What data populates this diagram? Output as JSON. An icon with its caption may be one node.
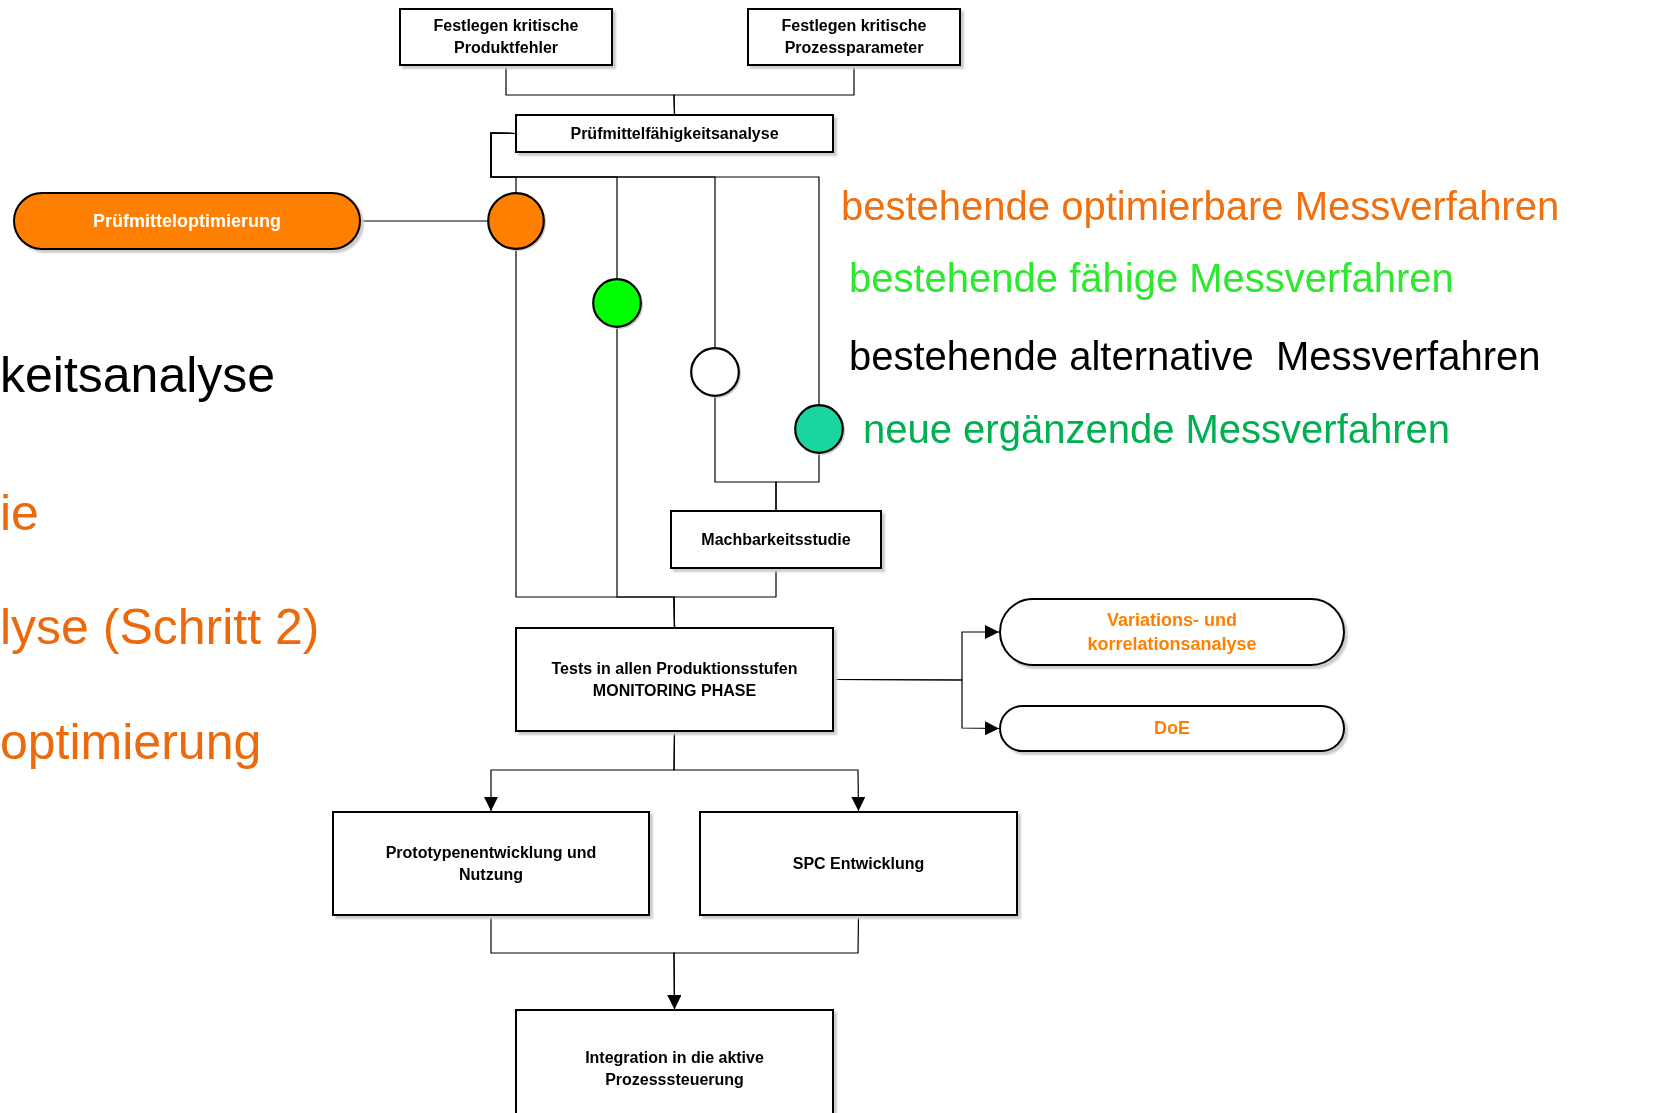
{
  "diagram": {
    "nodes": [
      {
        "text": [
          "Festlegen kritische Produktfehler"
        ]
      },
      {
        "text": [
          "Festlegen kritische Prozessparameter"
        ]
      },
      {
        "text": [
          "Prüfmittelfähigkeitsanalyse"
        ]
      },
      {
        "text": [
          "Prüfmitteloptimierung"
        ]
      },
      {
        "text": [],
        "shape": "circle"
      },
      {
        "text": [],
        "shape": "circle"
      },
      {
        "text": [],
        "shape": "circle"
      },
      {
        "text": [],
        "shape": "circle"
      },
      {
        "text": [
          "Machbarkeitsstudie"
        ]
      },
      {
        "text": [
          "Tests in allen Produktionsstufen MONITORING PHASE"
        ]
      },
      {
        "text": [
          "Variations- und korrelationsanalyse"
        ]
      },
      {
        "text": [
          "DoE"
        ]
      },
      {
        "text": [
          "Prototypenentwicklung und Nutzung"
        ]
      },
      {
        "text": [
          "SPC Entwicklung"
        ]
      },
      {
        "text": [
          "Integration in die aktive Prozesssteuerung"
        ]
      }
    ],
    "edges": [
      {
        "from": 0,
        "to": 2,
        "arrow": "none"
      },
      {
        "from": 1,
        "to": 2,
        "arrow": "none"
      },
      {
        "from": 2,
        "to": 4,
        "arrow": "none"
      },
      {
        "from": 2,
        "to": 5,
        "arrow": "none"
      },
      {
        "from": 2,
        "to": 6,
        "arrow": "none"
      },
      {
        "from": 2,
        "to": 7,
        "arrow": "none"
      },
      {
        "from": 3,
        "to": 4,
        "arrow": "none"
      },
      {
        "from": 4,
        "to": 9,
        "arrow": "none"
      },
      {
        "from": 5,
        "to": 9,
        "arrow": "none"
      },
      {
        "from": 6,
        "to": 8,
        "arrow": "none"
      },
      {
        "from": 7,
        "to": 8,
        "arrow": "none"
      },
      {
        "from": 8,
        "to": 9,
        "arrow": "none"
      },
      {
        "from": 9,
        "to": 10,
        "arrow": "to"
      },
      {
        "from": 9,
        "to": 11,
        "arrow": "to"
      },
      {
        "from": 9,
        "to": 12,
        "arrow": "to"
      },
      {
        "from": 9,
        "to": 13,
        "arrow": "to"
      },
      {
        "from": 12,
        "to": 14,
        "arrow": "to"
      },
      {
        "from": 13,
        "to": 14,
        "arrow": "to"
      }
    ],
    "labels": [
      "bestehende optimierbare Messverfahren",
      "bestehende fähige Messverfahren",
      "bestehende alternative  Messverfahren",
      "keitsanalyse",
      "neue ergänzende Messverfahren",
      "ie",
      "lyse (Schritt 2)",
      "optimierung"
    ]
  }
}
